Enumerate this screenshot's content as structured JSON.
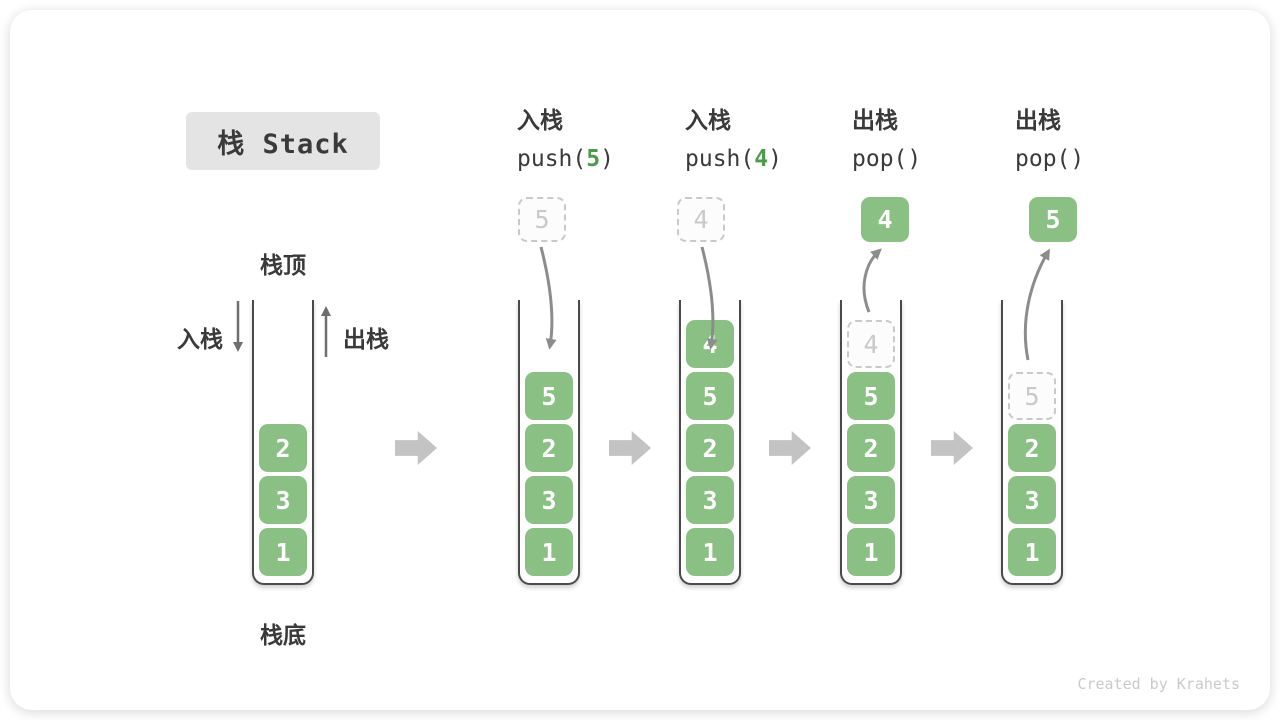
{
  "title": "栈 Stack",
  "watermark": "Created by Krahets",
  "annotations": {
    "stack_top": "栈顶",
    "stack_bottom": "栈底",
    "push_side": "入栈",
    "pop_side": "出栈"
  },
  "operations": [
    {
      "name": "入栈",
      "code_pre": "push(",
      "code_arg": "5",
      "code_post": ")"
    },
    {
      "name": "入栈",
      "code_pre": "push(",
      "code_arg": "4",
      "code_post": ")"
    },
    {
      "name": "出栈",
      "code_pre": "pop(",
      "code_arg": "",
      "code_post": ")"
    },
    {
      "name": "出栈",
      "code_pre": "pop(",
      "code_arg": "",
      "code_post": ")"
    }
  ],
  "stacks": [
    {
      "cells": [
        "2",
        "3",
        "1"
      ]
    },
    {
      "incoming": "5",
      "cells": [
        "5",
        "2",
        "3",
        "1"
      ]
    },
    {
      "incoming": "4",
      "cells": [
        "4",
        "5",
        "2",
        "3",
        "1"
      ]
    },
    {
      "outgoing": "4",
      "ghost": "4",
      "cells": [
        "5",
        "2",
        "3",
        "1"
      ]
    },
    {
      "outgoing": "5",
      "ghost": "5",
      "cells": [
        "2",
        "3",
        "1"
      ]
    }
  ],
  "colors": {
    "cell-green": "#8BC084",
    "accent-green": "#4D9A4F",
    "wall": "#4A4A4A",
    "block-arrow": "#C3C3C3",
    "flow-arrow": "#8C8C8C",
    "side-arrow": "#6E6E6E",
    "ghost": "#C9C9C9",
    "text-dark": "#3A3A3A",
    "title-bg": "#E4E4E4",
    "watermark": "#CACACA"
  }
}
